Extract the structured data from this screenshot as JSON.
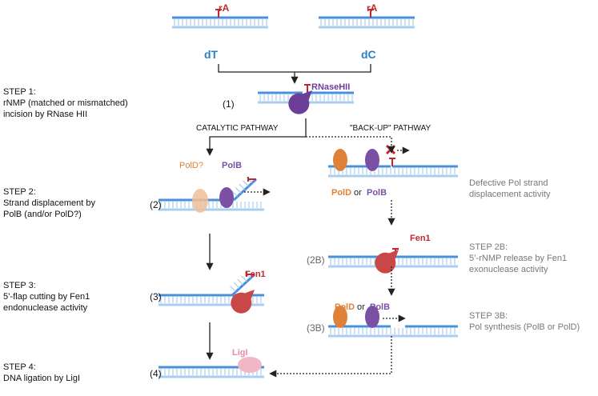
{
  "top": {
    "left_base": "dT",
    "right_base": "dC",
    "ribonucleotide": "rA"
  },
  "labels": {
    "rnase": "RNaseHII",
    "fen1": "Fen1",
    "polb": "PolB",
    "pold": "PolD",
    "pold_q": "PolD?",
    "ligi": "LigI",
    "or": "or"
  },
  "pathways": {
    "catalytic": "CATALYTIC PATHWAY",
    "backup": "\"BACK-UP\" PATHWAY"
  },
  "steps_left": [
    {
      "num": "(1)",
      "lines": [
        "STEP 1:",
        "rNMP (matched or mismatched)",
        "incision by RNase HII"
      ]
    },
    {
      "num": "(2)",
      "lines": [
        "STEP 2:",
        "Strand displacement by",
        "PolB (and/or PolD?)"
      ]
    },
    {
      "num": "(3)",
      "lines": [
        "STEP 3:",
        "5’-flap cutting by Fen1",
        "endonuclease activity"
      ]
    },
    {
      "num": "(4)",
      "lines": [
        "STEP 4:",
        "DNA ligation by LigI"
      ]
    }
  ],
  "steps_right": [
    {
      "num": "",
      "lines": [
        "Defective Pol strand",
        "displacement activity"
      ]
    },
    {
      "num": "(2B)",
      "lines": [
        "STEP 2B:",
        "5’-rNMP release by Fen1",
        "exonuclease activity"
      ]
    },
    {
      "num": "(3B)",
      "lines": [
        "STEP 3B:",
        "Pol synthesis (PolB or PolD)"
      ]
    }
  ],
  "colors": {
    "dna_top": "#4a90d9",
    "dna_bottom": "#a9cdee",
    "ribo": "#c0282d",
    "rnase": "#6b3f98",
    "polb": "#7b4fa3",
    "pold": "#e0813a",
    "pold_faint": "#efbf97",
    "fen1": "#c84747",
    "ligi": "#f2b6c6"
  }
}
